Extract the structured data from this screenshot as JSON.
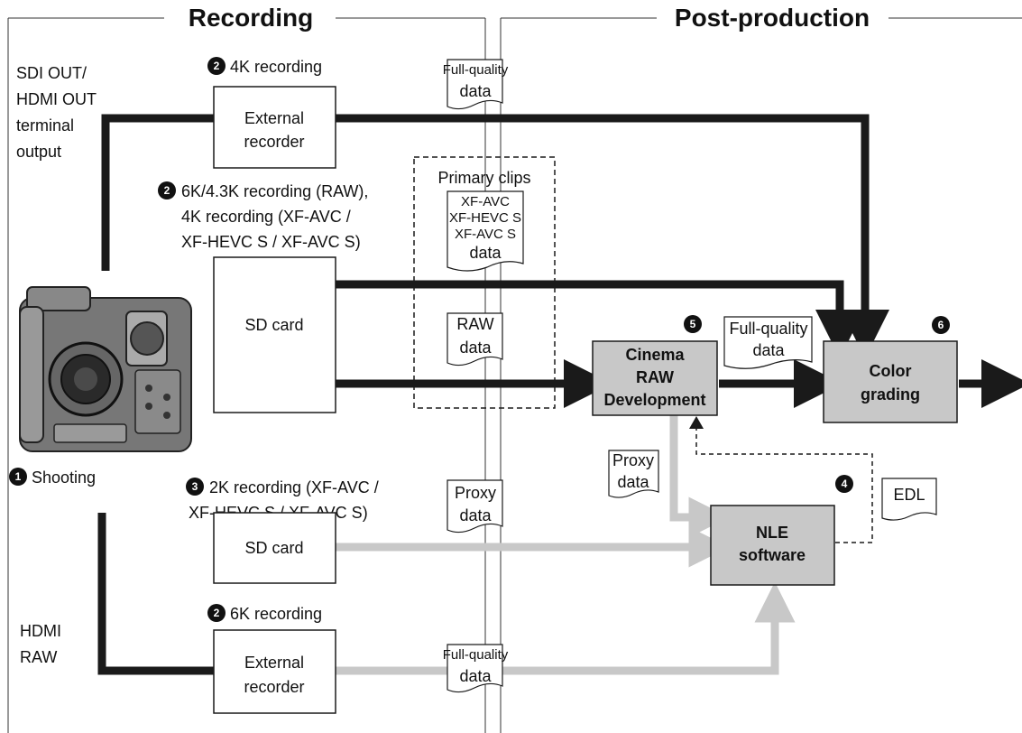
{
  "headers": {
    "recording": "Recording",
    "post_production": "Post-production"
  },
  "left_labels": {
    "sdi_lines": [
      "SDI OUT/",
      "HDMI OUT",
      "terminal",
      "output"
    ],
    "hdmi_lines": [
      "HDMI",
      "RAW"
    ],
    "shooting": {
      "num": "1",
      "text": "Shooting"
    }
  },
  "captions": {
    "rec4k": {
      "num": "2",
      "text": "4K recording"
    },
    "rec6k43": {
      "num": "2",
      "lines": [
        "6K/4.3K recording (RAW),",
        "4K recording (XF-AVC /",
        "XF-HEVC S / XF-AVC S)"
      ]
    },
    "rec2k": {
      "num": "3",
      "lines": [
        "2K recording (XF-AVC /",
        "XF-HEVC S / XF-AVC S)"
      ]
    },
    "rec6k": {
      "num": "2",
      "text": "6K recording"
    }
  },
  "boxes": {
    "ext_rec_top": [
      "External",
      "recorder"
    ],
    "sd_card_1": "SD card",
    "sd_card_2": "SD card",
    "ext_rec_bottom": [
      "External",
      "recorder"
    ],
    "cinema_raw": {
      "num": "5",
      "lines": [
        "Cinema",
        "RAW",
        "Development"
      ]
    },
    "color_grading": {
      "num": "6",
      "lines": [
        "Color",
        "grading"
      ]
    },
    "nle": {
      "num": "4",
      "lines": [
        "NLE",
        "software"
      ]
    }
  },
  "docs": {
    "fq_top": [
      "Full-quality",
      "data"
    ],
    "primary_title": "Primary clips",
    "primary_doc": [
      "XF-AVC",
      "XF-HEVC S",
      "XF-AVC S",
      "data"
    ],
    "raw": [
      "RAW",
      "data"
    ],
    "proxy_mid": [
      "Proxy",
      "data"
    ],
    "fq_bottom": [
      "Full-quality",
      "data"
    ],
    "fq_right": [
      "Full-quality",
      "data"
    ],
    "proxy_right": [
      "Proxy",
      "data"
    ],
    "edl": "EDL"
  },
  "colors": {
    "black_line": "#1a1a1a",
    "gray_line": "#c8c8c8",
    "box_gray": "#c8c8c8"
  }
}
